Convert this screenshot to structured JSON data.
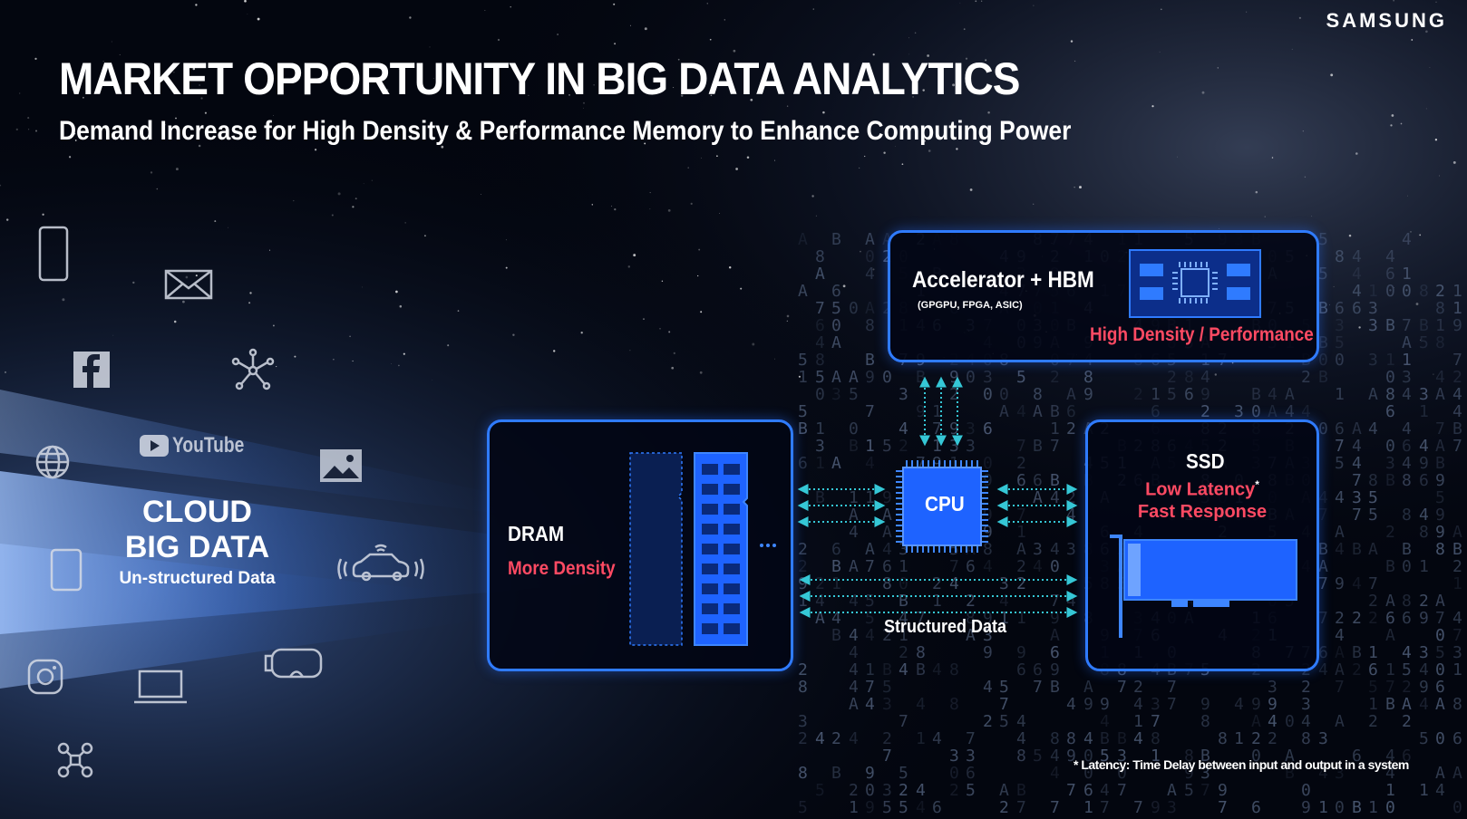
{
  "brand": "SAMSUNG",
  "title": "MARKET OPPORTUNITY IN BIG DATA ANALYTICS",
  "subtitle": "Demand Increase for High Density & Performance Memory to Enhance Computing Power",
  "cloud": {
    "line1": "CLOUD",
    "line2": "BIG DATA",
    "caption": "Un-structured Data",
    "youtube_label": "YouTube"
  },
  "accelerator": {
    "title": "Accelerator + HBM",
    "subtitle": "(GPGPU, FPGA, ASIC)",
    "tagline": "High Density / Performance"
  },
  "dram": {
    "title": "DRAM",
    "tagline": "More Density"
  },
  "cpu": {
    "label": "CPU"
  },
  "ssd": {
    "title": "SSD",
    "tagline1": "Low Latency",
    "asterisk": "*",
    "tagline2": "Fast Response"
  },
  "structured_label": "Structured Data",
  "footnote": "* Latency: Time Delay between input and output in a system",
  "colors": {
    "accent_blue": "#2f7bff",
    "highlight_red": "#ff4a63",
    "chip_blue": "#1e63ff"
  },
  "icons": [
    "smartphone-icon",
    "mail-icon",
    "facebook-icon",
    "network-icon",
    "youtube-icon",
    "globe-icon",
    "image-icon",
    "tablet-icon",
    "connected-car-icon",
    "instagram-icon",
    "laptop-icon",
    "vr-headset-icon",
    "drone-icon"
  ]
}
